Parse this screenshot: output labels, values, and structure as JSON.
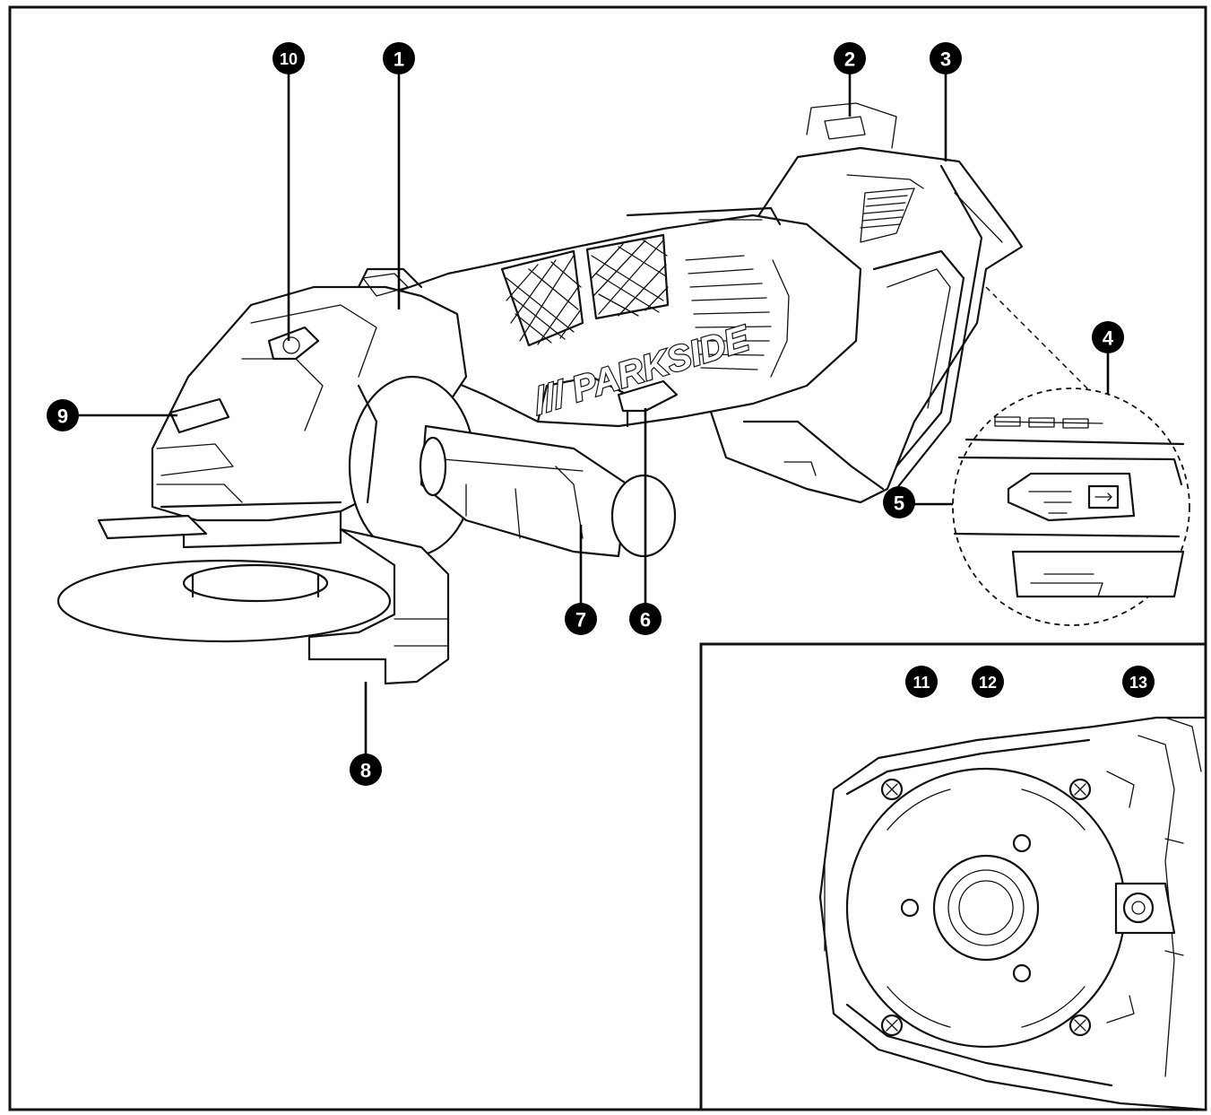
{
  "brand_label": "/// PARKSIDE",
  "callouts": {
    "c1": "1",
    "c2": "2",
    "c3": "3",
    "c4": "4",
    "c5": "5",
    "c6": "6",
    "c7": "7",
    "c8": "8",
    "c9": "9",
    "c10": "10",
    "c11": "11",
    "c12": "12",
    "c13": "13"
  },
  "colors": {
    "line": "#111111",
    "background": "#ffffff",
    "callout": "#000000"
  },
  "icons": {
    "usb_port": "usb-port-icon"
  }
}
